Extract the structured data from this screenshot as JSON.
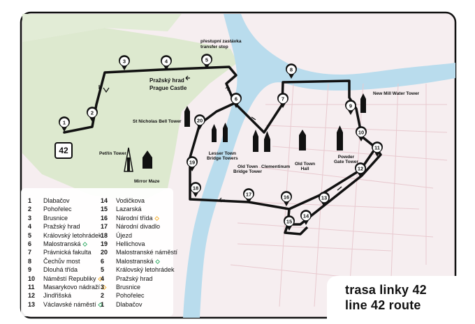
{
  "route_number": "42",
  "title": {
    "cz": "trasa linky 42",
    "en": "line 42 route"
  },
  "map_labels": {
    "castle_cz": "Pražský hrad",
    "castle_en": "Prague Castle",
    "transfer_cz": "přestupní zastávka",
    "transfer_en": "transfer stop",
    "st_nicholas": "St Nicholas Bell Tower",
    "lesser_town": "Lesser Town\nBridge Towers",
    "old_town_bridge": "Old Town\nBridge Tower",
    "clementinum": "Clementinum",
    "old_town_hall": "Old Town\nHall",
    "powder_gate": "Powder\nGate Tower",
    "new_mill": "New Mill Water Tower",
    "petrin": "Petřín Tower",
    "mirror_maze": "Mirror Maze"
  },
  "stops_left": [
    {
      "n": "1",
      "name": "Dlabačov",
      "metro": ""
    },
    {
      "n": "2",
      "name": "Pohořelec",
      "metro": ""
    },
    {
      "n": "3",
      "name": "Brusnice",
      "metro": ""
    },
    {
      "n": "4",
      "name": "Pražský hrad",
      "metro": ""
    },
    {
      "n": "5",
      "name": "Královský letohrádek",
      "metro": ""
    },
    {
      "n": "6",
      "name": "Malostranská",
      "metro": "A"
    },
    {
      "n": "7",
      "name": "Právnická fakulta",
      "metro": ""
    },
    {
      "n": "8",
      "name": "Čechův most",
      "metro": ""
    },
    {
      "n": "9",
      "name": "Dlouhá třída",
      "metro": ""
    },
    {
      "n": "10",
      "name": "Náměstí Republiky",
      "metro": "B"
    },
    {
      "n": "11",
      "name": "Masarykovo nádraží",
      "metro": "B"
    },
    {
      "n": "12",
      "name": "Jindřišská",
      "metro": ""
    },
    {
      "n": "13",
      "name": "Václavské náměstí",
      "metro": "A"
    }
  ],
  "stops_right": [
    {
      "n": "14",
      "name": "Vodičkova",
      "metro": ""
    },
    {
      "n": "15",
      "name": "Lazarská",
      "metro": ""
    },
    {
      "n": "16",
      "name": "Národní třída",
      "metro": "B"
    },
    {
      "n": "17",
      "name": "Národní divadlo",
      "metro": ""
    },
    {
      "n": "18",
      "name": "Újezd",
      "metro": ""
    },
    {
      "n": "19",
      "name": "Hellichova",
      "metro": ""
    },
    {
      "n": "20",
      "name": "Malostranské náměstí",
      "metro": ""
    },
    {
      "n": "6",
      "name": "Malostranská",
      "metro": "A"
    },
    {
      "n": "5",
      "name": "Královský letohrádek",
      "metro": ""
    },
    {
      "n": "4",
      "name": "Pražský hrad",
      "metro": ""
    },
    {
      "n": "3",
      "name": "Brusnice",
      "metro": ""
    },
    {
      "n": "2",
      "name": "Pohořelec",
      "metro": ""
    },
    {
      "n": "1",
      "name": "Dlabačov",
      "metro": ""
    }
  ],
  "colors": {
    "route": "#111111",
    "river": "#a9d3e8",
    "park": "#d8e8c8",
    "street": "#f3e2e4",
    "metro_a": "#21a559",
    "metro_b": "#f2a81d"
  }
}
